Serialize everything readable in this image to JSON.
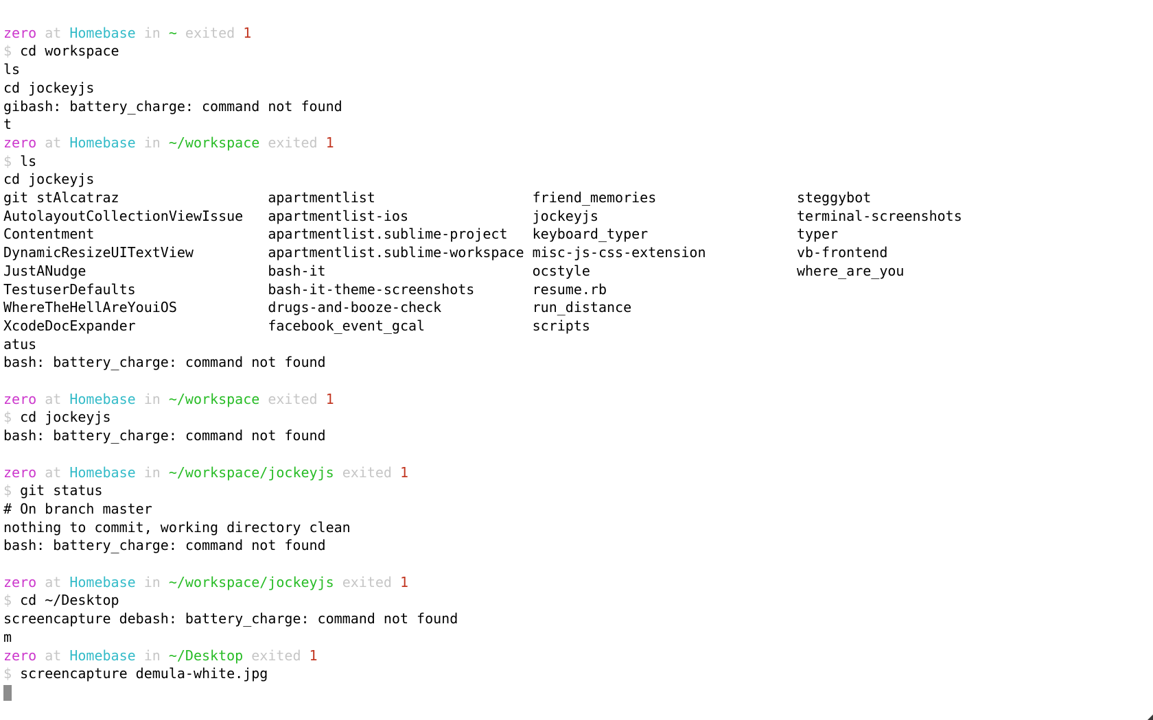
{
  "palette": {
    "black": "#000000",
    "gray": "#c6c6c6",
    "magenta": "#cc38cc",
    "cyan": "#33bbc8",
    "green": "#28bc26",
    "red": "#c23621",
    "cursor": "#8c8c8c"
  },
  "terminal": {
    "prompt_format": "user at host in path exited code",
    "lines": [
      {
        "name": "blank-line",
        "segments": []
      },
      {
        "name": "prompt-line",
        "segments": [
          {
            "c": "magenta",
            "t": "zero",
            "n": "prompt-user"
          },
          {
            "c": "gray",
            "t": " at ",
            "n": "prompt-sep"
          },
          {
            "c": "cyan",
            "t": "Homebase",
            "n": "prompt-host"
          },
          {
            "c": "gray",
            "t": " in ",
            "n": "prompt-sep"
          },
          {
            "c": "green",
            "t": "~",
            "n": "prompt-path"
          },
          {
            "c": "gray",
            "t": " exited ",
            "n": "prompt-exit-label"
          },
          {
            "c": "red",
            "t": "1",
            "n": "prompt-exit-code"
          }
        ]
      },
      {
        "name": "command-line",
        "segments": [
          {
            "c": "gray",
            "t": "$",
            "n": "prompt-symbol"
          },
          {
            "c": "black",
            "t": " cd workspace",
            "n": "command-text"
          }
        ]
      },
      {
        "name": "output-line",
        "segments": [
          {
            "c": "black",
            "t": "ls",
            "n": "output-text"
          }
        ]
      },
      {
        "name": "output-line",
        "segments": [
          {
            "c": "black",
            "t": "cd jockeyjs",
            "n": "output-text"
          }
        ]
      },
      {
        "name": "output-line",
        "segments": [
          {
            "c": "black",
            "t": "gibash: battery_charge: command not found",
            "n": "output-text"
          }
        ]
      },
      {
        "name": "output-line",
        "segments": [
          {
            "c": "black",
            "t": "t",
            "n": "output-text"
          }
        ]
      },
      {
        "name": "prompt-line",
        "segments": [
          {
            "c": "magenta",
            "t": "zero",
            "n": "prompt-user"
          },
          {
            "c": "gray",
            "t": " at ",
            "n": "prompt-sep"
          },
          {
            "c": "cyan",
            "t": "Homebase",
            "n": "prompt-host"
          },
          {
            "c": "gray",
            "t": " in ",
            "n": "prompt-sep"
          },
          {
            "c": "green",
            "t": "~/workspace",
            "n": "prompt-path"
          },
          {
            "c": "gray",
            "t": " exited ",
            "n": "prompt-exit-label"
          },
          {
            "c": "red",
            "t": "1",
            "n": "prompt-exit-code"
          }
        ]
      },
      {
        "name": "command-line",
        "segments": [
          {
            "c": "gray",
            "t": "$",
            "n": "prompt-symbol"
          },
          {
            "c": "black",
            "t": " ls",
            "n": "command-text"
          }
        ]
      },
      {
        "name": "output-line",
        "segments": [
          {
            "c": "black",
            "t": "cd jockeyjs",
            "n": "output-text"
          }
        ]
      },
      {
        "name": "ls-row",
        "segments": [
          {
            "c": "black",
            "t": "git stAlcatraz                  apartmentlist                   friend_memories                 steggybot",
            "n": "output-text"
          }
        ]
      },
      {
        "name": "ls-row",
        "segments": [
          {
            "c": "black",
            "t": "AutolayoutCollectionViewIssue   apartmentlist-ios               jockeyjs                        terminal-screenshots",
            "n": "output-text"
          }
        ]
      },
      {
        "name": "ls-row",
        "segments": [
          {
            "c": "black",
            "t": "Contentment                     apartmentlist.sublime-project   keyboard_typer                  typer",
            "n": "output-text"
          }
        ]
      },
      {
        "name": "ls-row",
        "segments": [
          {
            "c": "black",
            "t": "DynamicResizeUITextView         apartmentlist.sublime-workspace misc-js-css-extension           vb-frontend",
            "n": "output-text"
          }
        ]
      },
      {
        "name": "ls-row",
        "segments": [
          {
            "c": "black",
            "t": "JustANudge                      bash-it                         ocstyle                         where_are_you",
            "n": "output-text"
          }
        ]
      },
      {
        "name": "ls-row",
        "segments": [
          {
            "c": "black",
            "t": "TestuserDefaults                bash-it-theme-screenshots       resume.rb",
            "n": "output-text"
          }
        ]
      },
      {
        "name": "ls-row",
        "segments": [
          {
            "c": "black",
            "t": "WhereTheHellAreYouiOS           drugs-and-booze-check           run_distance",
            "n": "output-text"
          }
        ]
      },
      {
        "name": "ls-row",
        "segments": [
          {
            "c": "black",
            "t": "XcodeDocExpander                facebook_event_gcal             scripts",
            "n": "output-text"
          }
        ]
      },
      {
        "name": "output-line",
        "segments": [
          {
            "c": "black",
            "t": "atus",
            "n": "output-text"
          }
        ]
      },
      {
        "name": "output-line",
        "segments": [
          {
            "c": "black",
            "t": "bash: battery_charge: command not found",
            "n": "output-text"
          }
        ]
      },
      {
        "name": "blank-line",
        "segments": []
      },
      {
        "name": "prompt-line",
        "segments": [
          {
            "c": "magenta",
            "t": "zero",
            "n": "prompt-user"
          },
          {
            "c": "gray",
            "t": " at ",
            "n": "prompt-sep"
          },
          {
            "c": "cyan",
            "t": "Homebase",
            "n": "prompt-host"
          },
          {
            "c": "gray",
            "t": " in ",
            "n": "prompt-sep"
          },
          {
            "c": "green",
            "t": "~/workspace",
            "n": "prompt-path"
          },
          {
            "c": "gray",
            "t": " exited ",
            "n": "prompt-exit-label"
          },
          {
            "c": "red",
            "t": "1",
            "n": "prompt-exit-code"
          }
        ]
      },
      {
        "name": "command-line",
        "segments": [
          {
            "c": "gray",
            "t": "$",
            "n": "prompt-symbol"
          },
          {
            "c": "black",
            "t": " cd jockeyjs",
            "n": "command-text"
          }
        ]
      },
      {
        "name": "output-line",
        "segments": [
          {
            "c": "black",
            "t": "bash: battery_charge: command not found",
            "n": "output-text"
          }
        ]
      },
      {
        "name": "blank-line",
        "segments": []
      },
      {
        "name": "prompt-line",
        "segments": [
          {
            "c": "magenta",
            "t": "zero",
            "n": "prompt-user"
          },
          {
            "c": "gray",
            "t": " at ",
            "n": "prompt-sep"
          },
          {
            "c": "cyan",
            "t": "Homebase",
            "n": "prompt-host"
          },
          {
            "c": "gray",
            "t": " in ",
            "n": "prompt-sep"
          },
          {
            "c": "green",
            "t": "~/workspace/jockeyjs",
            "n": "prompt-path"
          },
          {
            "c": "gray",
            "t": " exited ",
            "n": "prompt-exit-label"
          },
          {
            "c": "red",
            "t": "1",
            "n": "prompt-exit-code"
          }
        ]
      },
      {
        "name": "command-line",
        "segments": [
          {
            "c": "gray",
            "t": "$",
            "n": "prompt-symbol"
          },
          {
            "c": "black",
            "t": " git status",
            "n": "command-text"
          }
        ]
      },
      {
        "name": "output-line",
        "segments": [
          {
            "c": "black",
            "t": "# On branch master",
            "n": "output-text"
          }
        ]
      },
      {
        "name": "output-line",
        "segments": [
          {
            "c": "black",
            "t": "nothing to commit, working directory clean",
            "n": "output-text"
          }
        ]
      },
      {
        "name": "output-line",
        "segments": [
          {
            "c": "black",
            "t": "bash: battery_charge: command not found",
            "n": "output-text"
          }
        ]
      },
      {
        "name": "blank-line",
        "segments": []
      },
      {
        "name": "prompt-line",
        "segments": [
          {
            "c": "magenta",
            "t": "zero",
            "n": "prompt-user"
          },
          {
            "c": "gray",
            "t": " at ",
            "n": "prompt-sep"
          },
          {
            "c": "cyan",
            "t": "Homebase",
            "n": "prompt-host"
          },
          {
            "c": "gray",
            "t": " in ",
            "n": "prompt-sep"
          },
          {
            "c": "green",
            "t": "~/workspace/jockeyjs",
            "n": "prompt-path"
          },
          {
            "c": "gray",
            "t": " exited ",
            "n": "prompt-exit-label"
          },
          {
            "c": "red",
            "t": "1",
            "n": "prompt-exit-code"
          }
        ]
      },
      {
        "name": "command-line",
        "segments": [
          {
            "c": "gray",
            "t": "$",
            "n": "prompt-symbol"
          },
          {
            "c": "black",
            "t": " cd ~/Desktop",
            "n": "command-text"
          }
        ]
      },
      {
        "name": "output-line",
        "segments": [
          {
            "c": "black",
            "t": "screencapture debash: battery_charge: command not found",
            "n": "output-text"
          }
        ]
      },
      {
        "name": "output-line",
        "segments": [
          {
            "c": "black",
            "t": "m",
            "n": "output-text"
          }
        ]
      },
      {
        "name": "prompt-line",
        "segments": [
          {
            "c": "magenta",
            "t": "zero",
            "n": "prompt-user"
          },
          {
            "c": "gray",
            "t": " at ",
            "n": "prompt-sep"
          },
          {
            "c": "cyan",
            "t": "Homebase",
            "n": "prompt-host"
          },
          {
            "c": "gray",
            "t": " in ",
            "n": "prompt-sep"
          },
          {
            "c": "green",
            "t": "~/Desktop",
            "n": "prompt-path"
          },
          {
            "c": "gray",
            "t": " exited ",
            "n": "prompt-exit-label"
          },
          {
            "c": "red",
            "t": "1",
            "n": "prompt-exit-code"
          }
        ]
      },
      {
        "name": "command-line",
        "segments": [
          {
            "c": "gray",
            "t": "$",
            "n": "prompt-symbol"
          },
          {
            "c": "black",
            "t": " screencapture demula-white.jpg",
            "n": "command-text"
          }
        ]
      },
      {
        "name": "cursor-line",
        "segments": [],
        "cursor": true
      }
    ]
  }
}
